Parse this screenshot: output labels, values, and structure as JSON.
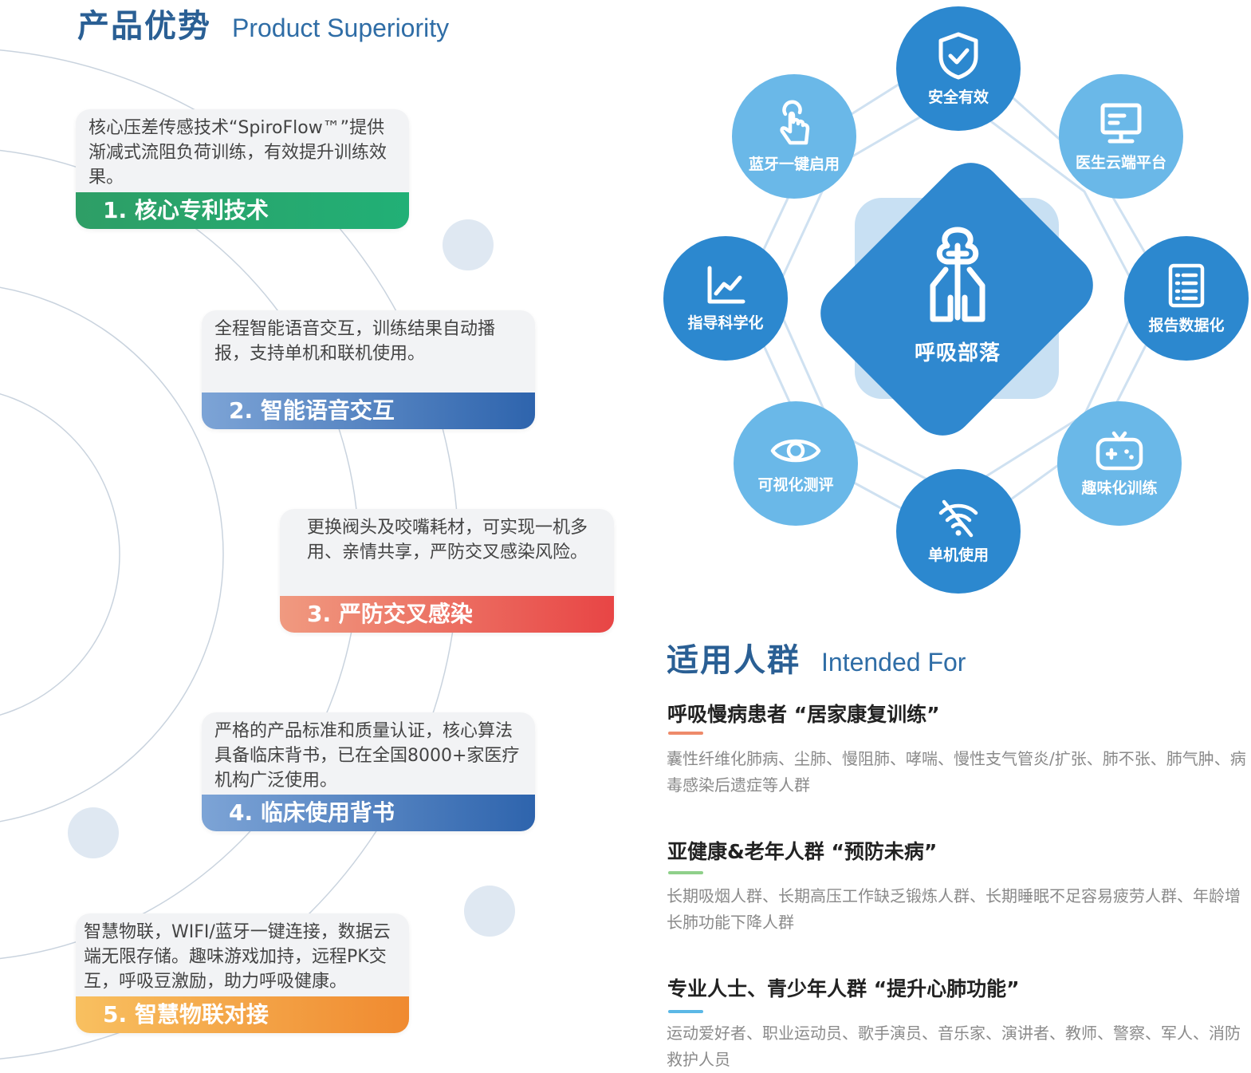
{
  "left": {
    "title_cn": "产品优势",
    "title_en": "Product Superiority",
    "features": [
      {
        "desc": "核心压差传感技术“SpiroFlow™”提供渐减式流阻负荷训练，有效提升训练效果。",
        "label": "1. 核心专利技术",
        "color": "green"
      },
      {
        "desc": "全程智能语音交互，训练结果自动播报，支持单机和联机使用。",
        "label": "2. 智能语音交互",
        "color": "blue"
      },
      {
        "desc": "更换阀头及咬嘴耗材，可实现一机多用、亲情共享，严防交叉感染风险。",
        "label": "3. 严防交叉感染",
        "color": "red"
      },
      {
        "desc": "严格的产品标准和质量认证，核心算法具备临床背书，已在全国8000+家医疗机构广泛使用。",
        "label": "4. 临床使用背书",
        "color": "blue"
      },
      {
        "desc": "智慧物联，WIFI/蓝牙一键连接，数据云端无限存储。趣味游戏加持，远程PK交互，呼吸豆激励，助力呼吸健康。",
        "label": "5. 智慧物联对接",
        "color": "orange"
      }
    ]
  },
  "diagram": {
    "center_label": "呼吸部落",
    "nodes": {
      "top": {
        "label": "安全有效",
        "icon": "shield-check-icon"
      },
      "top_left": {
        "label": "蓝牙一键启用",
        "icon": "touch-hand-icon"
      },
      "top_right": {
        "label": "医生云端平台",
        "icon": "monitor-icon"
      },
      "left": {
        "label": "指导科学化",
        "icon": "line-chart-icon"
      },
      "right": {
        "label": "报告数据化",
        "icon": "report-list-icon"
      },
      "bottom_left": {
        "label": "可视化测评",
        "icon": "eye-icon"
      },
      "bottom_right": {
        "label": "趣味化训练",
        "icon": "gamepad-icon"
      },
      "bottom": {
        "label": "单机使用",
        "icon": "wifi-off-icon"
      }
    },
    "colors": {
      "dark": "#2c88cf",
      "light": "#6ab8e8"
    }
  },
  "audience": {
    "title_cn": "适用人群",
    "title_en": "Intended For",
    "groups": [
      {
        "title": "呼吸慢病患者 “居家康复训练”",
        "desc": "囊性纤维化肺病、尘肺、慢阻肺、哮喘、慢性支气管炎/扩张、肺不张、肺气肿、病毒感染后遗症等人群",
        "accent": "#ee8a6a"
      },
      {
        "title": "亚健康&老年人群 “预防未病”",
        "desc": "长期吸烟人群、长期高压工作缺乏锻炼人群、长期睡眠不足容易疲劳人群、年龄增长肺功能下降人群",
        "accent": "#8fd08a"
      },
      {
        "title": "专业人士、青少年人群 “提升心肺功能”",
        "desc": "运动爱好者、职业运动员、歌手演员、音乐家、演讲者、教师、警察、军人、消防救护人员",
        "accent": "#5bb8e6"
      }
    ]
  }
}
